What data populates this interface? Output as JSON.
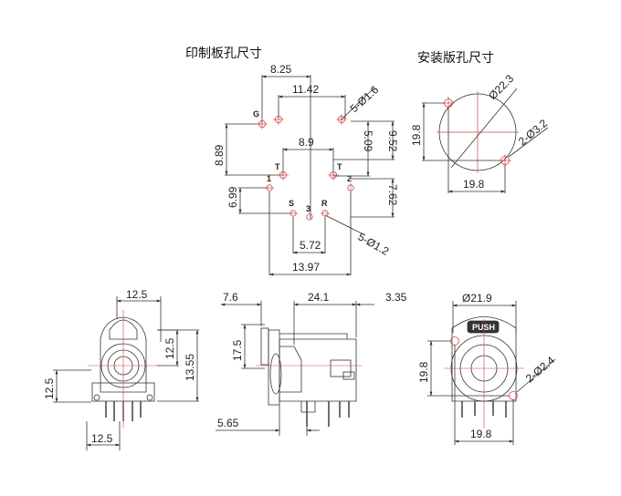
{
  "headings": {
    "pcb": "印制板孔尺寸",
    "panel": "安装版孔尺寸"
  },
  "pcb_dims": {
    "d1": "8.25",
    "d2": "11.42",
    "d3": "5-Ø1.6",
    "d4": "8.89",
    "d5": "8.9",
    "d6": "5.09",
    "d7": "9.52",
    "d8": "6.99",
    "d9": "7.62",
    "d10": "5.72",
    "d11": "13.97",
    "d12": "5-Ø1.2"
  },
  "pcb_pins": {
    "g": "G",
    "t1": "T",
    "t2": "T",
    "one": "1",
    "two": "2",
    "s": "S",
    "r": "R",
    "three": "3"
  },
  "panel_dims": {
    "dia": "Ø22.3",
    "h": "19.8",
    "holes": "2-Ø3.2",
    "w": "19.8"
  },
  "front_dims": {
    "top": "12.5",
    "r1": "12.5",
    "r2": "13.55",
    "left": "12.5",
    "bottom": "12.5"
  },
  "side_dims": {
    "a": "7.6",
    "b": "24.1",
    "c": "3.35",
    "h": "17.5",
    "f": "5.65"
  },
  "back_dims": {
    "dia": "Ø21.9",
    "push": "PUSH",
    "h": "19.8",
    "holes": "2-Ø2.4",
    "w": "19.8"
  }
}
